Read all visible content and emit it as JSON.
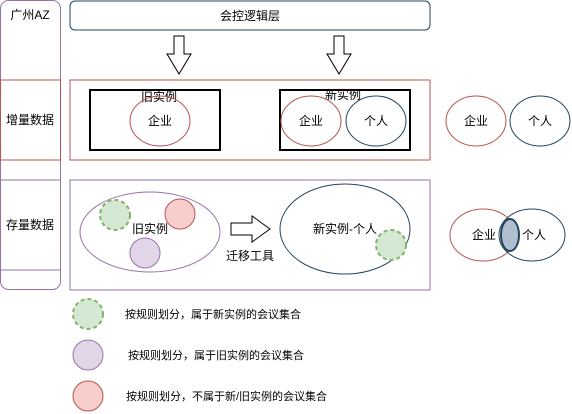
{
  "left_column": {
    "region": "广州AZ",
    "incremental": "增量数据",
    "stock": "存量数据"
  },
  "top": {
    "layer": "会控逻辑层"
  },
  "incremental_row": {
    "old_instance": "旧实例",
    "new_instance": "新实例",
    "enterprise": "企业",
    "personal": "个人"
  },
  "stock_row": {
    "old_instance": "旧实例",
    "new_instance_personal": "新实例-个人",
    "migration_tool": "迁移工具"
  },
  "right_side": {
    "enterprise": "企业",
    "personal": "个人"
  },
  "legend": [
    {
      "text": "按规则划分，属于新实例的会议集合",
      "color": "#d5e8d4",
      "stroke": "#82b366",
      "dashed": true
    },
    {
      "text": "按规则划分，属于旧实例的会议集合",
      "color": "#e1d5e7",
      "stroke": "#9673a6",
      "dashed": false
    },
    {
      "text": "按规则划分，不属于新/旧实例的会议集合",
      "color": "#f8cecc",
      "stroke": "#b85450",
      "dashed": false
    }
  ],
  "colors": {
    "az_border": "#9673a6",
    "incremental_border": "#b85450",
    "stock_border": "#9673a6",
    "top_border": "#23445d",
    "enterprise_circle": "#b85450",
    "personal_circle": "#23445d",
    "overlap_fill": "#b0bfd0"
  }
}
